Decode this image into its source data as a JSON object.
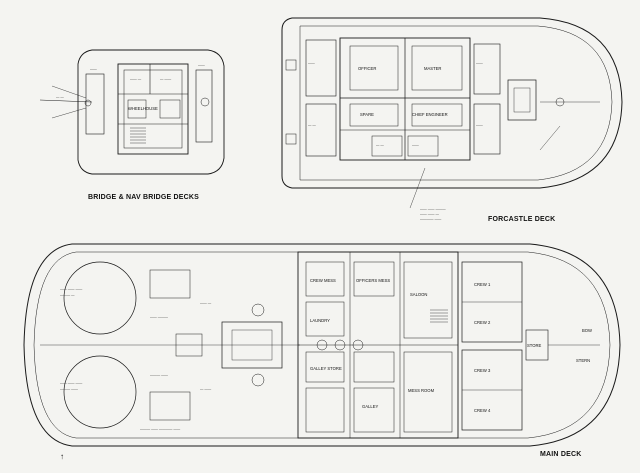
{
  "titles": {
    "bridge": "BRIDGE & NAV BRIDGE DECKS",
    "forecastle": "FORCASTLE DECK",
    "main": "MAIN DECK"
  },
  "rooms": {
    "bridge_wheelhouse": "WHEELHOUSE",
    "fc_officer": "OFFICER",
    "fc_master": "MASTER",
    "fc_chief_engineer": "CHIEF ENGINEER",
    "fc_spare": "SPARE",
    "md_crew_mess": "CREW MESS",
    "md_officers_mess": "OFFICERS MESS",
    "md_laundry": "LAUNDRY",
    "md_saloon": "SALOON",
    "md_crew_1": "CREW 1",
    "md_crew_2": "CREW 2",
    "md_crew_3": "CREW 3",
    "md_crew_4": "CREW 4",
    "md_store": "STORE",
    "md_galley": "GALLEY",
    "md_galley_store": "GALLEY STORE",
    "md_mess_room": "MESS ROOM",
    "md_bow": "BOW",
    "md_stern": "STERN"
  },
  "colors": {
    "ink": "#1a1a1a",
    "paper": "#f4f4f1"
  },
  "marker": "↑"
}
